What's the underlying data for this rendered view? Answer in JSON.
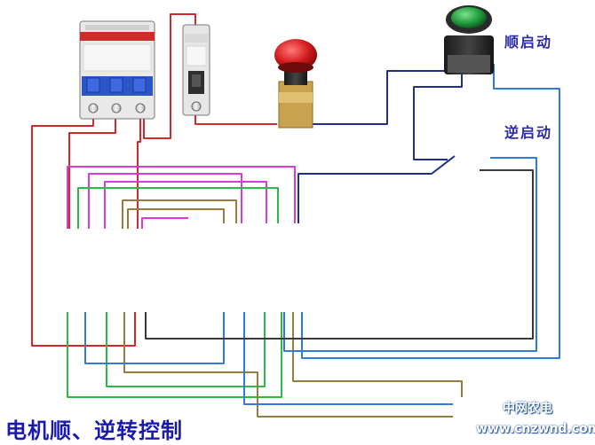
{
  "labels": {
    "forward_start": "顺启动",
    "reverse_start": "逆启动",
    "title": "电机顺、逆转控制"
  },
  "watermark": {
    "site_cn": "中网农电",
    "site_url": "www.cnzwnd.com"
  },
  "wire_colors": {
    "red": "#d22a2a",
    "magenta": "#d93ad9",
    "green": "#2fb84a",
    "blue": "#2e7bd9",
    "navy": "#1f2f8f",
    "olive": "#9a7b3b",
    "dark": "#3a3a3a"
  }
}
